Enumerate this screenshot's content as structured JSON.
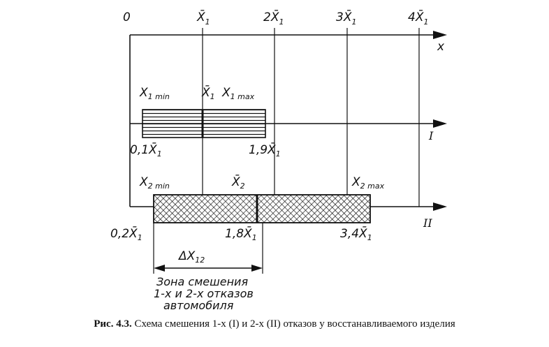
{
  "axis_labels": {
    "origin": "0",
    "x1": "X̄",
    "x1_sub": "1",
    "x2": "2X̄",
    "x2_sub": "1",
    "x3": "3X̄",
    "x3_sub": "1",
    "x4": "4X̄",
    "x4_sub": "1",
    "x_axis": "x",
    "line1": "I",
    "line2": "II"
  },
  "bar1": {
    "min_label": "X",
    "min_sub": "1 min",
    "mean_label": "X̄",
    "mean_sub": "1",
    "max_label": "X",
    "max_sub": "1 max",
    "left_value": "0,1X̄",
    "left_sub": "1",
    "right_value": "1,9X̄",
    "right_sub": "1"
  },
  "bar2": {
    "min_label": "X",
    "min_sub": "2 min",
    "mean_label": "X̄",
    "mean_sub": "2",
    "max_label": "X",
    "max_sub": "2 max",
    "left_value": "0,2X̄",
    "left_sub": "1",
    "mid_value": "1,8X̄",
    "mid_sub": "1",
    "right_value": "3,4X̄",
    "right_sub": "1"
  },
  "delta": {
    "label": "ΔX",
    "sub": "12"
  },
  "zone_text": {
    "line1": "Зона смешения",
    "line2": "1-х и 2-х отказов",
    "line3": "автомобиля"
  },
  "caption": {
    "prefix": "Рис. 4.3.",
    "text": " Схема смешения 1-х (I) и 2-х (II) отказов у восстанавливаемого изделия"
  }
}
